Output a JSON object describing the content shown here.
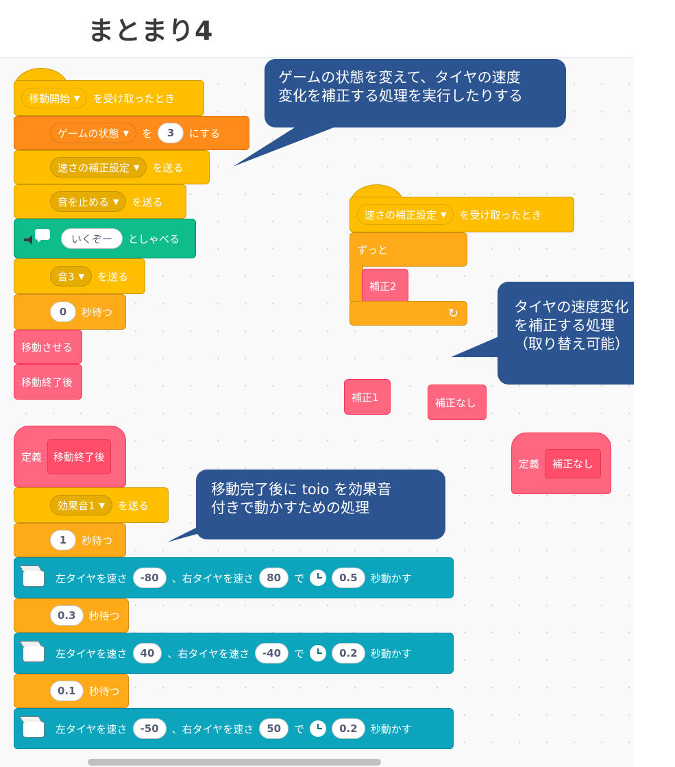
{
  "page_title": "まとまり4",
  "script1": {
    "hat_menu": "移動開始",
    "hat_text": "を受け取ったとき",
    "set_var_menu": "ゲームの状態",
    "set_var_to": "を",
    "set_var_value": "3",
    "set_var_end": "にする",
    "broadcast1_menu": "速さの補正設定",
    "broadcast1_text": "を送る",
    "broadcast2_menu": "音を止める",
    "broadcast2_text": "を送る",
    "speak_value": "いくぞー",
    "speak_text": "としゃべる",
    "broadcast3_menu": "音3",
    "broadcast3_text": "を送る",
    "wait_value": "0",
    "wait_text": "秒待つ",
    "call_move": "移動させる",
    "call_after": "移動終了後"
  },
  "script2": {
    "hat_menu": "速さの補正設定",
    "hat_text": "を受け取ったとき",
    "forever_label": "ずっと",
    "inner_block": "補正2",
    "loop_arrow": "↻"
  },
  "loose_blocks": {
    "hosei1": "補正1",
    "hosei_none": "補正なし"
  },
  "define_none": {
    "define_label": "定義",
    "proc_name": "補正なし"
  },
  "script3": {
    "define_label": "定義",
    "proc_name": "移動終了後",
    "sound_menu": "効果音1",
    "sound_text": "を送る",
    "wait1_value": "1",
    "wait_text": "秒待つ",
    "motors": [
      {
        "left_label": "左タイヤを速さ",
        "left": "-80",
        "right_label": "、右タイヤを速さ",
        "right": "80",
        "de": "で",
        "dur": "0.5",
        "tail": "秒動かす"
      },
      {
        "left_label": "左タイヤを速さ",
        "left": "40",
        "right_label": "、右タイヤを速さ",
        "right": "-40",
        "de": "で",
        "dur": "0.2",
        "tail": "秒動かす"
      },
      {
        "left_label": "左タイヤを速さ",
        "left": "-50",
        "right_label": "、右タイヤを速さ",
        "right": "50",
        "de": "で",
        "dur": "0.2",
        "tail": "秒動かす"
      }
    ],
    "wait2_value": "0.3",
    "wait3_value": "0.1"
  },
  "callouts": {
    "c1_line1": "ゲームの状態を変えて、タイヤの速度",
    "c1_line2": "変化を補正する処理を実行したりする",
    "c2_line1": "タイヤの速度変化",
    "c2_line2": "を補正する処理",
    "c2_line3": "（取り替え可能）",
    "c3_line1": "移動完了後に toio を効果音",
    "c3_line2": "付きで動かすための処理"
  },
  "colors": {
    "events": "#ffbf00",
    "control": "#ffab19",
    "variables": "#ff8c1a",
    "my_blocks": "#ff6680",
    "speech": "#0fbd8c",
    "toio": "#0da5bd",
    "callout": "#2c5491"
  }
}
